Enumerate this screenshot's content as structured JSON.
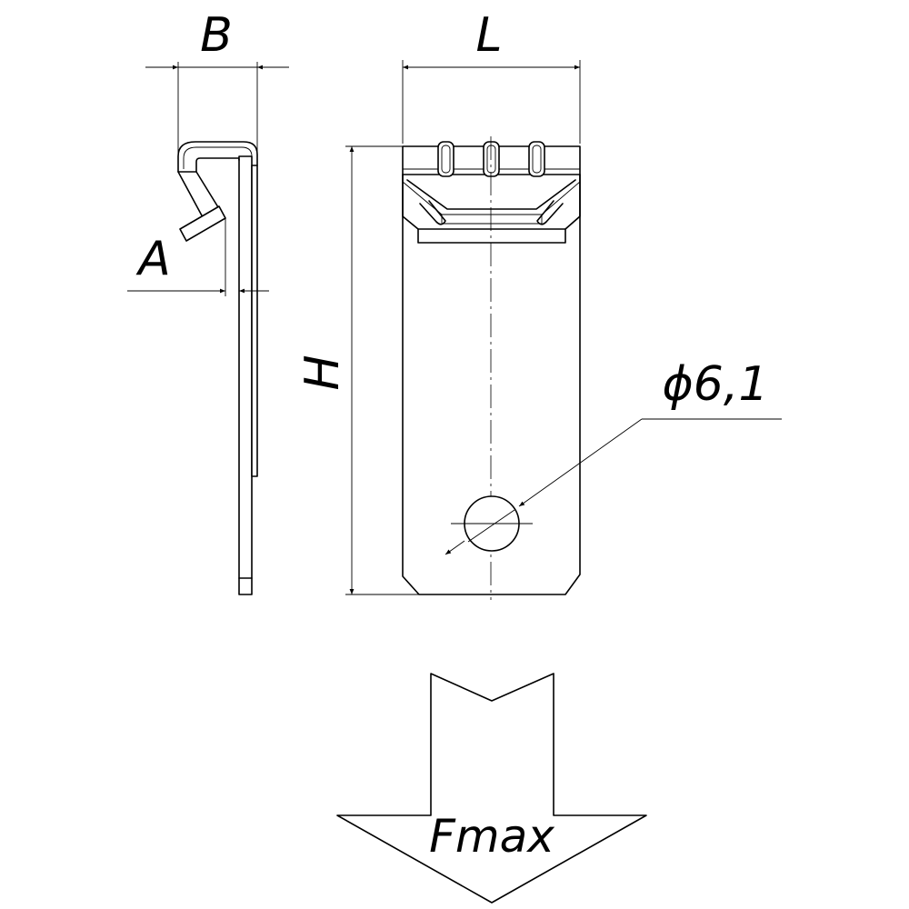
{
  "labels": {
    "width_b": "B",
    "length_l": "L",
    "height_h": "H",
    "offset_a": "A",
    "hole_diameter": "ϕ6,1",
    "load": "Fmax"
  }
}
